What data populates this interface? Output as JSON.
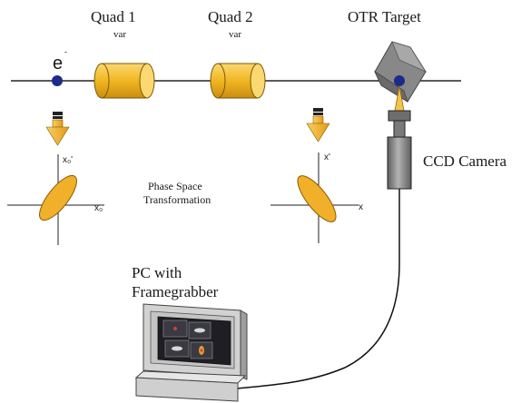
{
  "labels": {
    "quad1": "Quad 1",
    "quad1_sub": "var",
    "quad2": "Quad 2",
    "quad2_sub": "var",
    "otr": "OTR Target",
    "ccd": "CCD Camera",
    "electron": "e",
    "electron_sup": "-",
    "phase_space_line1": "Phase Space",
    "phase_space_line2": "Transformation",
    "left_axis_y": "x₀'",
    "left_axis_x": "x₀",
    "right_axis_y": "x'",
    "right_axis_x": "x",
    "pc_line1": "PC with",
    "pc_line2": "Framegrabber"
  },
  "colors": {
    "beam_dot": "#1d2a8c",
    "quad_fill": "#f1b623",
    "quad_light": "#fbd870",
    "quad_stroke": "#7a5a0a",
    "ellipse_fill": "#f0b02a",
    "arrow_fill": "#f3b733",
    "otr_fill": "#8d8d8d",
    "camera_body": "#8f8f8f",
    "monitor_frame": "#d0d0d0",
    "screen_bg": "#1e1e24"
  }
}
